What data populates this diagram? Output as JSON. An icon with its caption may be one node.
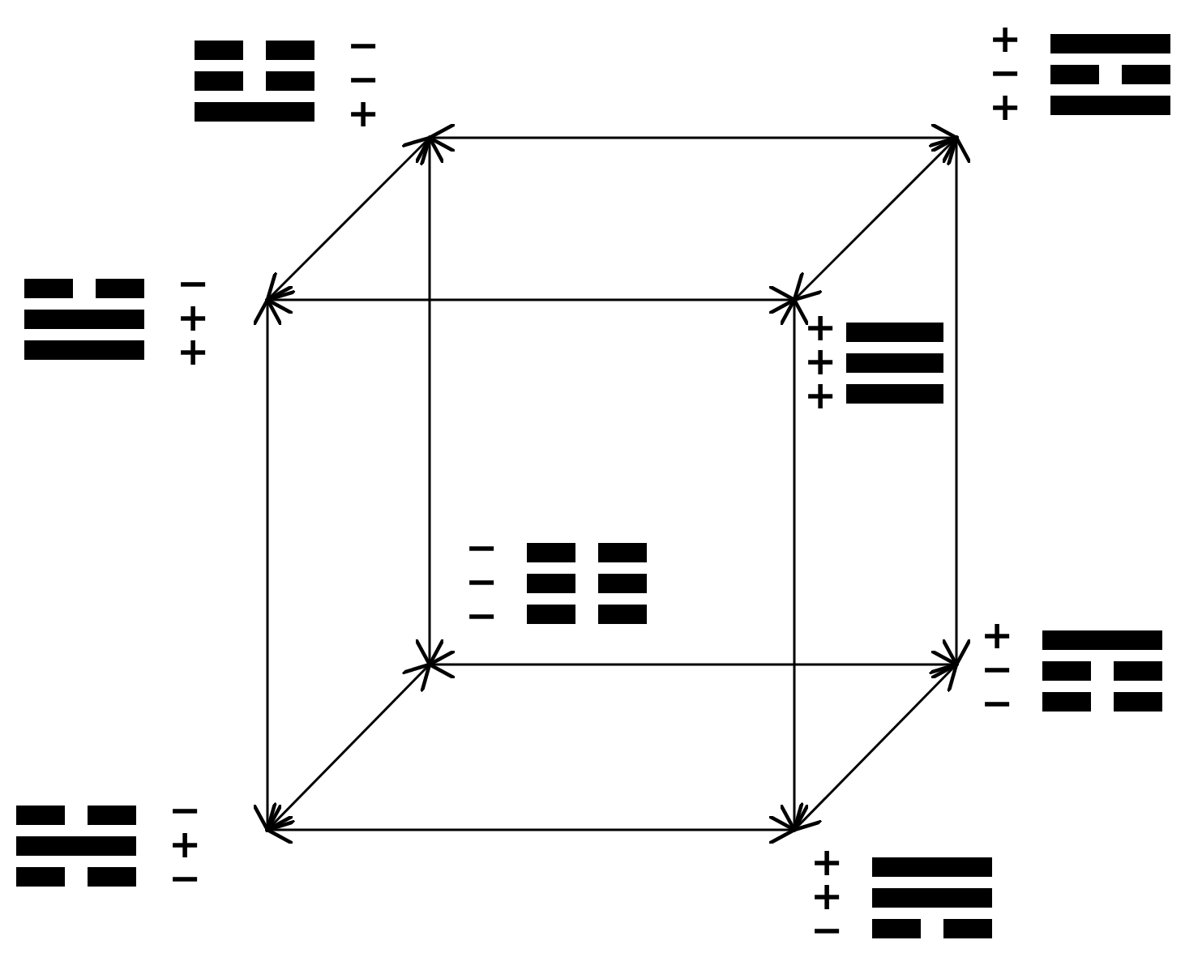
{
  "diagram": {
    "nodes": [
      {
        "text": [
          "− − +"
        ]
      },
      {
        "text": [
          "+ − +"
        ]
      },
      {
        "text": [
          "− + +"
        ]
      },
      {
        "text": [
          "+ + +"
        ]
      },
      {
        "text": [
          "− − −"
        ]
      },
      {
        "text": [
          "+ − −"
        ]
      },
      {
        "text": [
          "− + −"
        ]
      },
      {
        "text": [
          "+ + −"
        ]
      }
    ],
    "edges": [
      {
        "from": 0,
        "to": 1,
        "arrow": "both"
      },
      {
        "from": 0,
        "to": 2,
        "arrow": "both"
      },
      {
        "from": 1,
        "to": 3,
        "arrow": "both"
      },
      {
        "from": 2,
        "to": 3,
        "arrow": "both"
      },
      {
        "from": 0,
        "to": 4,
        "arrow": "both"
      },
      {
        "from": 1,
        "to": 5,
        "arrow": "both"
      },
      {
        "from": 2,
        "to": 6,
        "arrow": "both"
      },
      {
        "from": 3,
        "to": 7,
        "arrow": "both"
      },
      {
        "from": 4,
        "to": 5,
        "arrow": "both"
      },
      {
        "from": 4,
        "to": 6,
        "arrow": "both"
      },
      {
        "from": 5,
        "to": 7,
        "arrow": "both"
      },
      {
        "from": 6,
        "to": 7,
        "arrow": "both"
      }
    ]
  }
}
